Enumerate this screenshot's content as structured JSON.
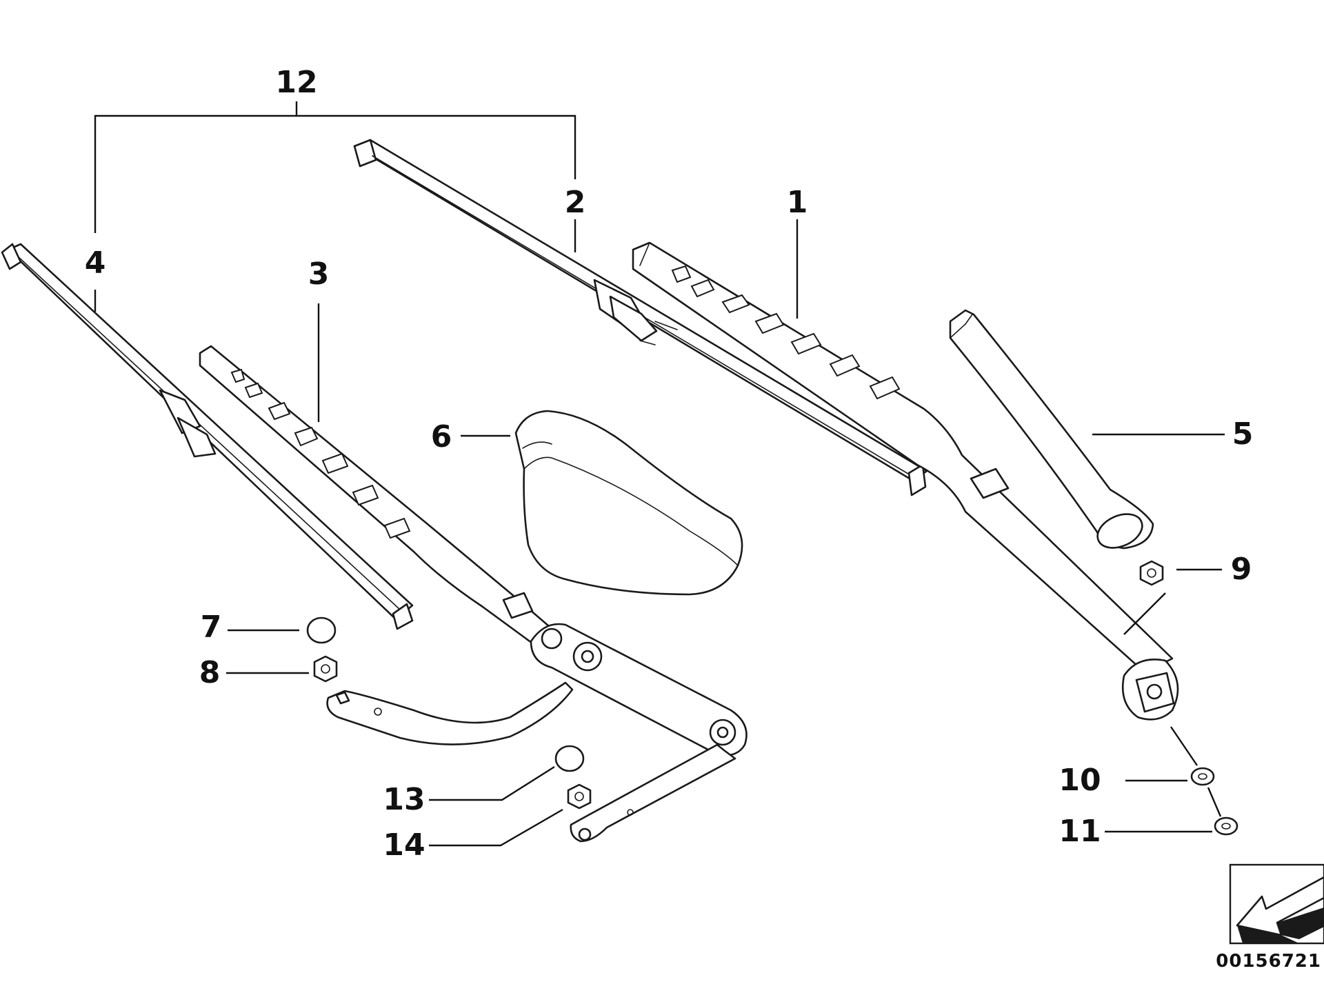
{
  "diagram": {
    "callouts": [
      "1",
      "2",
      "3",
      "4",
      "5",
      "6",
      "7",
      "8",
      "9",
      "10",
      "11",
      "12",
      "13",
      "14"
    ],
    "document_number": "00156721"
  },
  "colors": {
    "line": "#1a1a1a",
    "background": "#ffffff"
  }
}
